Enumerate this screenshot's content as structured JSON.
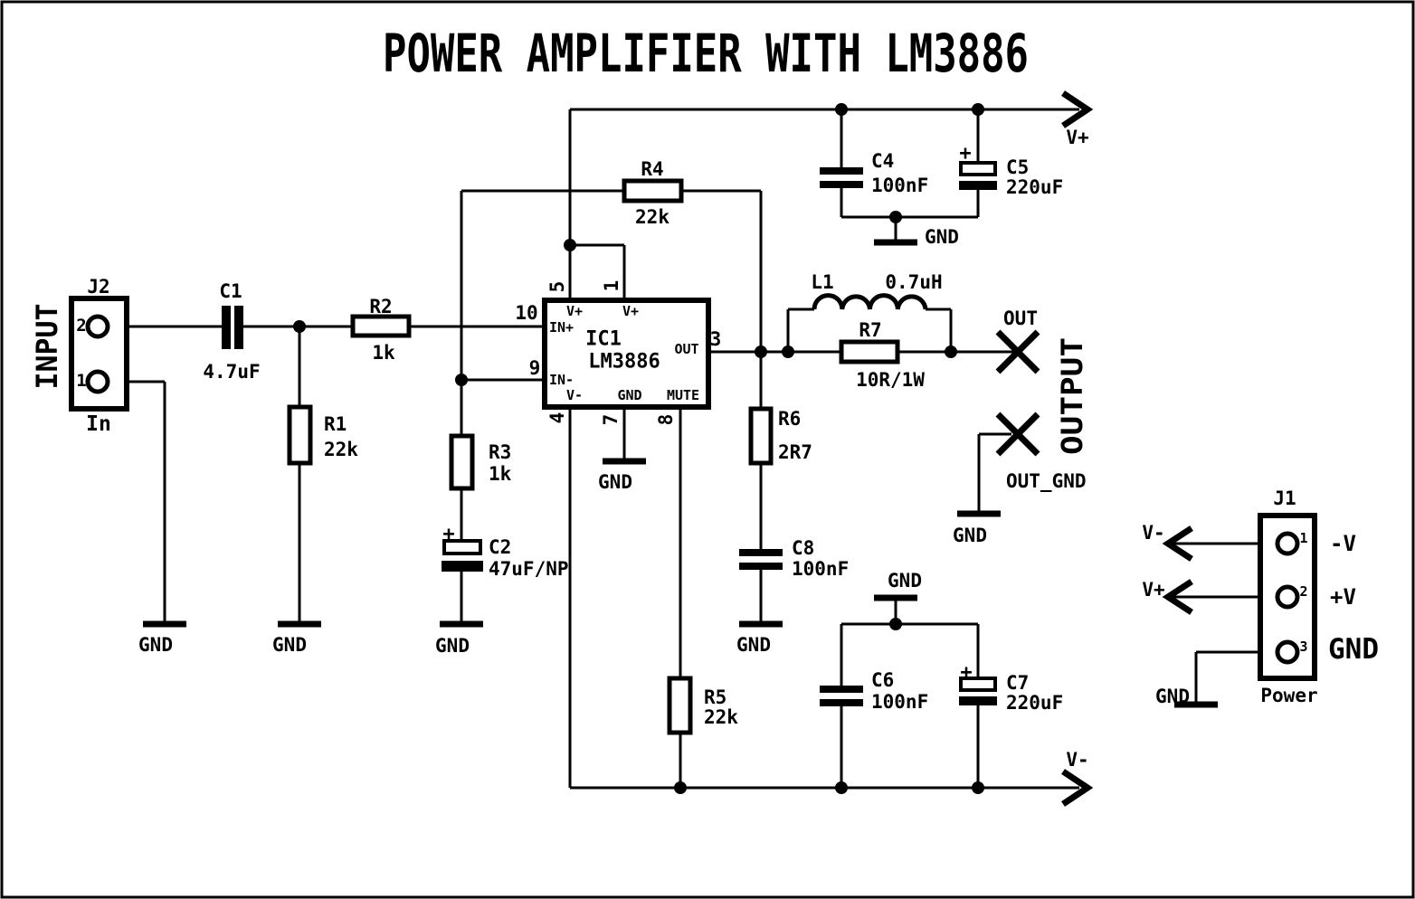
{
  "title": "POWER AMPLIFIER WITH LM3886",
  "colors": {
    "ink": "#000000",
    "paper": "#ffffff"
  },
  "labels": {
    "gnd": "GND",
    "vplus": "V+",
    "vminus": "V-",
    "plus": "+",
    "input": "INPUT",
    "output": "OUTPUT",
    "out": "OUT",
    "out_gnd": "OUT_GND"
  },
  "components": {
    "j2": {
      "ref": "J2",
      "name": "In",
      "pin_top": "2",
      "pin_bottom": "1"
    },
    "c1": {
      "ref": "C1",
      "value": "4.7uF"
    },
    "r1": {
      "ref": "R1",
      "value": "22k"
    },
    "r2": {
      "ref": "R2",
      "value": "1k"
    },
    "r3": {
      "ref": "R3",
      "value": "1k"
    },
    "c2": {
      "ref": "C2",
      "value": "47uF/NP"
    },
    "r4": {
      "ref": "R4",
      "value": "22k"
    },
    "ic1": {
      "ref": "IC1",
      "part": "LM3886",
      "pins": {
        "vplus_a": "V+",
        "vplus_b": "V+",
        "in_plus": "IN+",
        "in_minus": "IN-",
        "vminus": "V-",
        "gnd": "GND",
        "mute": "MUTE",
        "out": "OUT"
      },
      "pin_numbers": {
        "in_plus": "10",
        "in_minus": "9",
        "vplus_a": "5",
        "vplus_b": "1",
        "vminus": "4",
        "gnd": "7",
        "mute": "8",
        "out": "3"
      }
    },
    "c4": {
      "ref": "C4",
      "value": "100nF"
    },
    "c5": {
      "ref": "C5",
      "value": "220uF"
    },
    "l1": {
      "ref": "L1",
      "value": "0.7uH"
    },
    "r7": {
      "ref": "R7",
      "value": "10R/1W"
    },
    "r6": {
      "ref": "R6",
      "value": "2R7"
    },
    "c8": {
      "ref": "C8",
      "value": "100nF"
    },
    "r5": {
      "ref": "R5",
      "value": "22k"
    },
    "c6": {
      "ref": "C6",
      "value": "100nF"
    },
    "c7": {
      "ref": "C7",
      "value": "220uF"
    },
    "j1": {
      "ref": "J1",
      "name": "Power",
      "pin1": "1",
      "pin2": "2",
      "pin3": "3",
      "label1": "-V",
      "label2": "+V",
      "label3": "GND",
      "arrow1": "V-",
      "arrow2": "V+"
    }
  }
}
